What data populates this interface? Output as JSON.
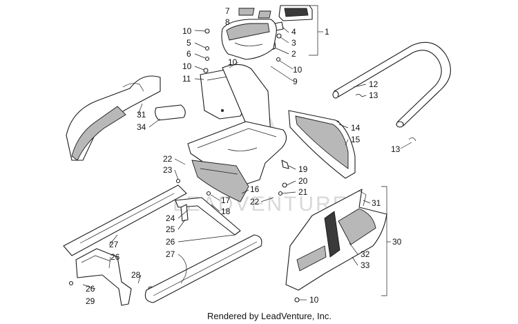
{
  "footer": {
    "text": "Rendered by LeadVenture, Inc."
  },
  "watermark": {
    "text": "LEADVENTURE"
  },
  "callouts": [
    {
      "id": "c7",
      "label": "7"
    },
    {
      "id": "c8",
      "label": "8"
    },
    {
      "id": "c10a",
      "label": "10"
    },
    {
      "id": "c5",
      "label": "5"
    },
    {
      "id": "c6",
      "label": "6"
    },
    {
      "id": "c10b",
      "label": "10"
    },
    {
      "id": "c11",
      "label": "11"
    },
    {
      "id": "c10c",
      "label": "10"
    },
    {
      "id": "c4",
      "label": "4"
    },
    {
      "id": "c3",
      "label": "3"
    },
    {
      "id": "c2",
      "label": "2"
    },
    {
      "id": "c10d",
      "label": "10"
    },
    {
      "id": "c9",
      "label": "9"
    },
    {
      "id": "c1",
      "label": "1"
    },
    {
      "id": "c12",
      "label": "12"
    },
    {
      "id": "c13a",
      "label": "13"
    },
    {
      "id": "c13b",
      "label": "13"
    },
    {
      "id": "c31a",
      "label": "31"
    },
    {
      "id": "c34",
      "label": "34"
    },
    {
      "id": "c14",
      "label": "14"
    },
    {
      "id": "c15",
      "label": "15"
    },
    {
      "id": "c22a",
      "label": "22"
    },
    {
      "id": "c23",
      "label": "23"
    },
    {
      "id": "c19",
      "label": "19"
    },
    {
      "id": "c20",
      "label": "20"
    },
    {
      "id": "c21",
      "label": "21"
    },
    {
      "id": "c16",
      "label": "16"
    },
    {
      "id": "c17",
      "label": "17"
    },
    {
      "id": "c22b",
      "label": "22"
    },
    {
      "id": "c18",
      "label": "18"
    },
    {
      "id": "c31b",
      "label": "31"
    },
    {
      "id": "c30",
      "label": "30"
    },
    {
      "id": "c24",
      "label": "24"
    },
    {
      "id": "c25",
      "label": "25"
    },
    {
      "id": "c26a",
      "label": "26"
    },
    {
      "id": "c27a",
      "label": "27"
    },
    {
      "id": "c26b",
      "label": "26"
    },
    {
      "id": "c27b",
      "label": "27"
    },
    {
      "id": "c32",
      "label": "32"
    },
    {
      "id": "c33",
      "label": "33"
    },
    {
      "id": "c28",
      "label": "28"
    },
    {
      "id": "c26c",
      "label": "26"
    },
    {
      "id": "c29",
      "label": "29"
    },
    {
      "id": "c10e",
      "label": "10"
    }
  ]
}
